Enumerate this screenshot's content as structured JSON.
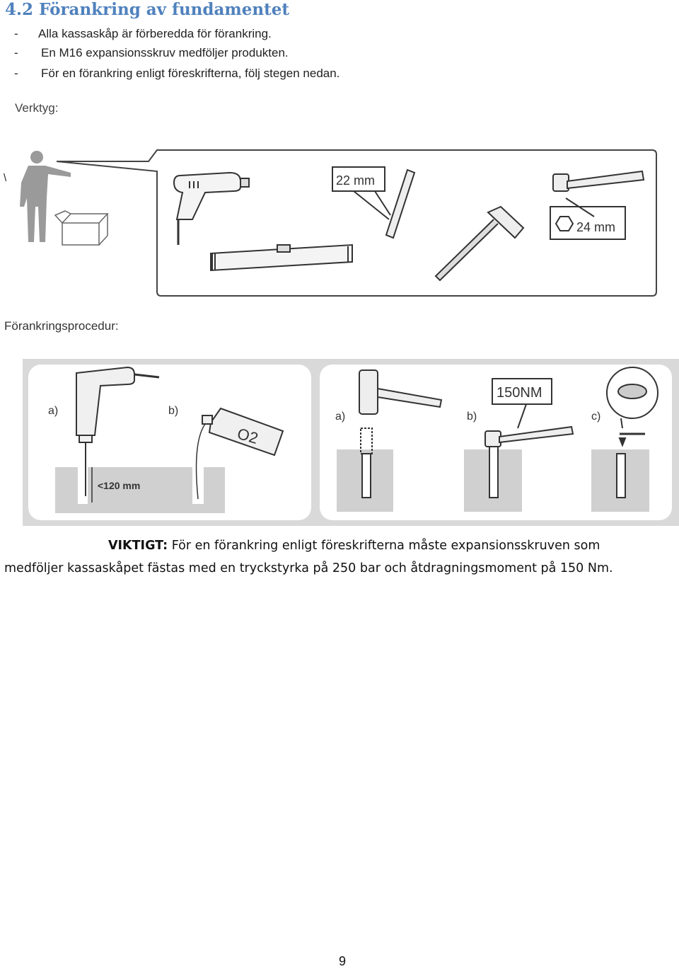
{
  "section": {
    "heading": "4.2 Förankring av fundamentet"
  },
  "bullets": [
    {
      "marker": "-",
      "text": "Alla kassaskåp är förberedda för förankring."
    },
    {
      "marker": "-",
      "text": "En M16 expansionsskruv medföljer produkten."
    },
    {
      "marker": "-",
      "text": "För en förankring enligt föreskrifterna, följ stegen nedan."
    }
  ],
  "tools": {
    "label": "Verktyg:",
    "stray_mark": "\\",
    "drill_bit_size": "22 mm",
    "socket_size": "24 mm"
  },
  "procedure": {
    "label": "Förankringsprocedur:",
    "steps_left": [
      "a)",
      "b)"
    ],
    "steps_right": [
      "a)",
      "b)",
      "c)"
    ],
    "depth_label": "<120 mm",
    "spray_label": "O2",
    "torque_label": "150NM"
  },
  "important": {
    "prefix": "VIKTIGT:",
    "line1": "För en förankring enligt föreskrifterna måste expansionsskruven som",
    "line2": "medföljer kassaskåpet fästas med en tryckstyrka på 250 bar och åtdragningsmoment på 150 Nm."
  },
  "page_number": "9"
}
